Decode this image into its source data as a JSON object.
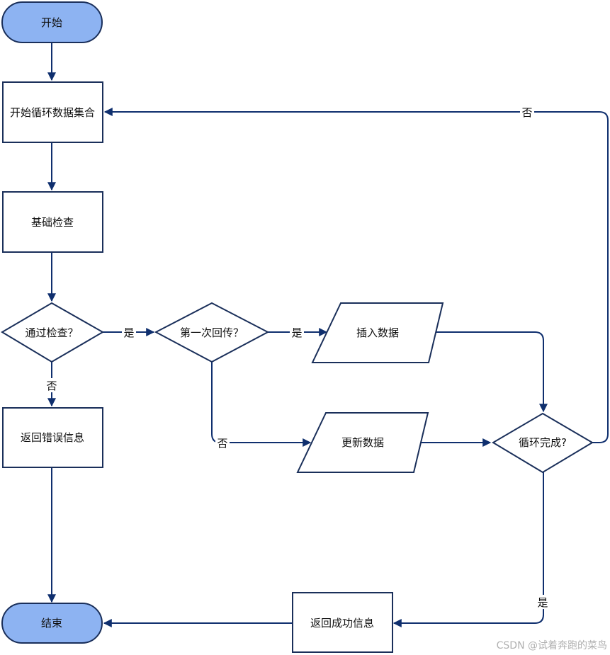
{
  "diagram": {
    "colors": {
      "stroke": "#1a2f5a",
      "arrow": "#0f2f6e",
      "terminal_fill": "#8db3f2",
      "box_fill": "#ffffff"
    },
    "nodes": {
      "start": "开始",
      "loop_start": "开始循环数据集合",
      "basic_check": "基础检查",
      "check_passed": "通过检查？",
      "first_callback": "第一次回传？",
      "insert_data": "插入数据",
      "update_data": "更新数据",
      "loop_done": "循环完成?",
      "return_error": "返回错误信息",
      "return_success": "返回成功信息",
      "end": "结束"
    },
    "edge_labels": {
      "check_yes": "是",
      "check_no": "否",
      "first_yes": "是",
      "first_no": "否",
      "loop_no": "否",
      "loop_yes": "是"
    },
    "watermark": "CSDN @试着奔跑的菜鸟"
  }
}
